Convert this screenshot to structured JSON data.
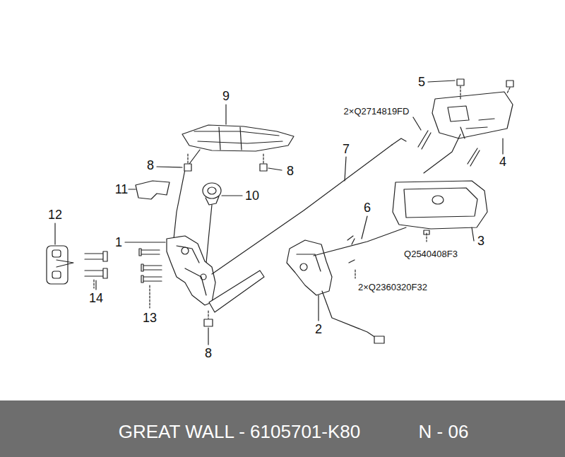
{
  "diagram": {
    "caption": "GREAT WALL - 6105701-K80",
    "labels": [
      "9",
      "5",
      "2×Q2714819FD",
      "7",
      "8",
      "8",
      "4",
      "11",
      "10",
      "6",
      "12",
      "1",
      "3",
      "Q2540408F3",
      "2×Q2360320F32",
      "14",
      "13",
      "2",
      "8",
      "N - 06"
    ]
  }
}
